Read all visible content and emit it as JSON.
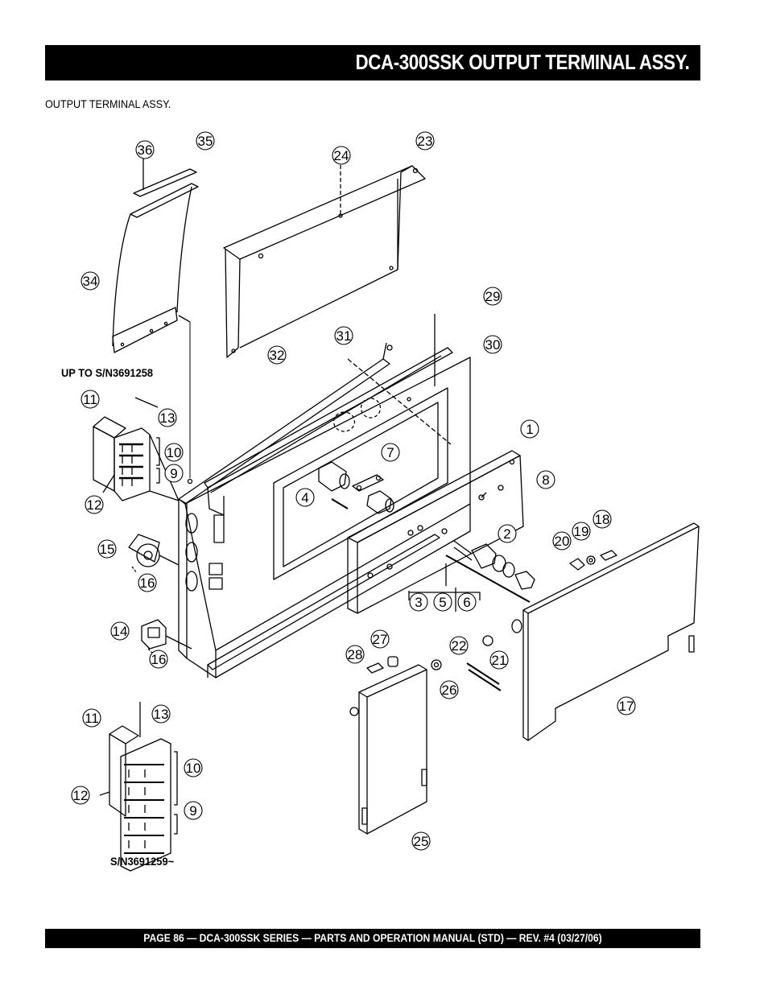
{
  "header": {
    "title": "DCA-300SSK  OUTPUT TERMINAL ASSY."
  },
  "subtitle": "OUTPUT TERMINAL ASSY.",
  "variants": {
    "early": "UP TO S/N3691258",
    "late": "S/N3691259~"
  },
  "callouts": [
    "1",
    "2",
    "3",
    "4",
    "5",
    "6",
    "7",
    "8",
    "9",
    "10",
    "11",
    "12",
    "13",
    "14",
    "15",
    "16",
    "17",
    "18",
    "19",
    "20",
    "21",
    "22",
    "23",
    "24",
    "25",
    "26",
    "27",
    "28",
    "29",
    "30",
    "31",
    "32",
    "34",
    "35",
    "36"
  ],
  "footer": {
    "text": "PAGE 86 — DCA-300SSK SERIES — PARTS AND OPERATION MANUAL (STD) — REV. #4 (03/27/06)"
  }
}
